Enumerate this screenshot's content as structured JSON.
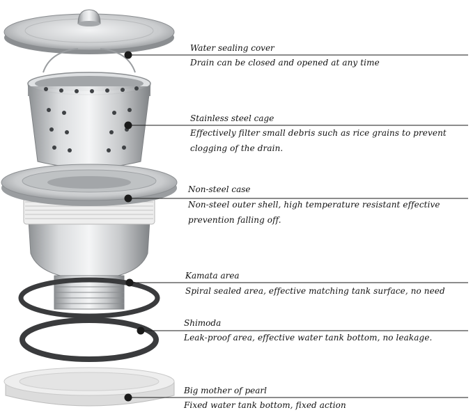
{
  "callouts": [
    {
      "title": "Water sealing cover",
      "desc": "Drain can be closed and opened at any time"
    },
    {
      "title": "Stainless steel cage",
      "desc": "Effectively filter small debris such as rice grains to prevent clogging of the drain."
    },
    {
      "title": "Non-steel case",
      "desc": "Non-steel outer shell, high temperature resistant effective prevention falling off."
    },
    {
      "title": "Kamata area",
      "desc": "Spiral sealed area, effective matching tank surface, no need"
    },
    {
      "title": "Shimoda",
      "desc": "Leak-proof area, effective water tank bottom, no leakage."
    },
    {
      "title": "Big mother of pearl",
      "desc": "Fixed water tank bottom, fixed action"
    }
  ]
}
